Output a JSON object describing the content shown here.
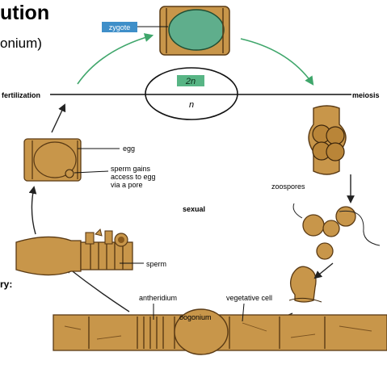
{
  "header": {
    "title_fragment": "ution",
    "subtitle_fragment": "onium)",
    "left_edge_fragment": "ry:"
  },
  "labels": {
    "zygote": "zygote",
    "diploid": "2n",
    "haploid": "n",
    "fertilization": "fertilization",
    "meiosis": "meiosis",
    "egg": "egg",
    "sperm_pore": [
      "sperm gains",
      "access to egg",
      "via a pore"
    ],
    "zoospores": "zoospores",
    "sexual": "sexual",
    "sperm": "sperm",
    "antheridium": "antheridium",
    "vegetative_cell": "vegetative cell",
    "oogonium": "oogonium"
  },
  "colors": {
    "cell_fill": "#c8964a",
    "cell_stroke": "#5a3a14",
    "zygote_fill": "#5fae8c",
    "zygote_label_bg": "#3f8fc9",
    "arrow_green": "#3fa66b",
    "arrow_dark": "#222222"
  }
}
